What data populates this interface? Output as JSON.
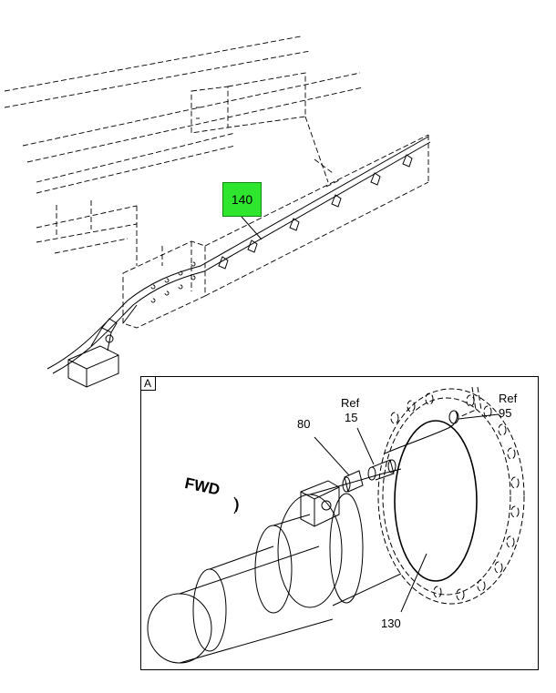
{
  "callouts": {
    "main": "140",
    "part_80": "80",
    "ref_15_top": "Ref",
    "ref_15_num": "15",
    "ref_95_top": "Ref",
    "ref_95_num": "95",
    "part_130": "130"
  },
  "inset": {
    "tag": "A"
  },
  "direction": {
    "label": "FWD"
  },
  "colors": {
    "highlight": "#2ee62e",
    "line": "#000000"
  }
}
